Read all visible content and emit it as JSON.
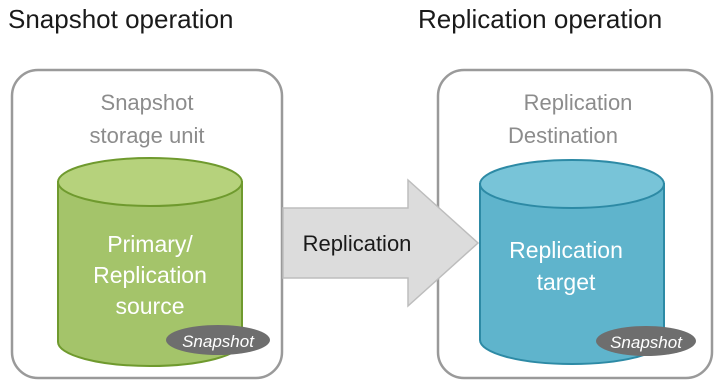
{
  "headings": {
    "left": "Snapshot operation",
    "right": "Replication operation"
  },
  "left_box": {
    "label_line1": "Snapshot",
    "label_line2": "storage unit"
  },
  "right_box": {
    "label_line1": "Replication",
    "label_line2": "Destination"
  },
  "primary_cylinder": {
    "line1": "Primary/",
    "line2": "Replication",
    "line3": "source",
    "badge": "Snapshot"
  },
  "target_cylinder": {
    "line1": "Replication",
    "line2": "target",
    "badge": "Snapshot"
  },
  "arrow": {
    "label": "Replication"
  },
  "colors": {
    "primary_fill": "#a4c46a",
    "primary_top": "#b6d27c",
    "primary_stroke": "#6f9a2e",
    "target_fill": "#5fb4cc",
    "target_top": "#78c4d8",
    "target_stroke": "#2d8aa5",
    "box_stroke": "#9a9a9a",
    "box_label": "#8c8c8c",
    "arrow_fill": "#dcdcdc",
    "badge_fill": "#6e6e6e"
  }
}
